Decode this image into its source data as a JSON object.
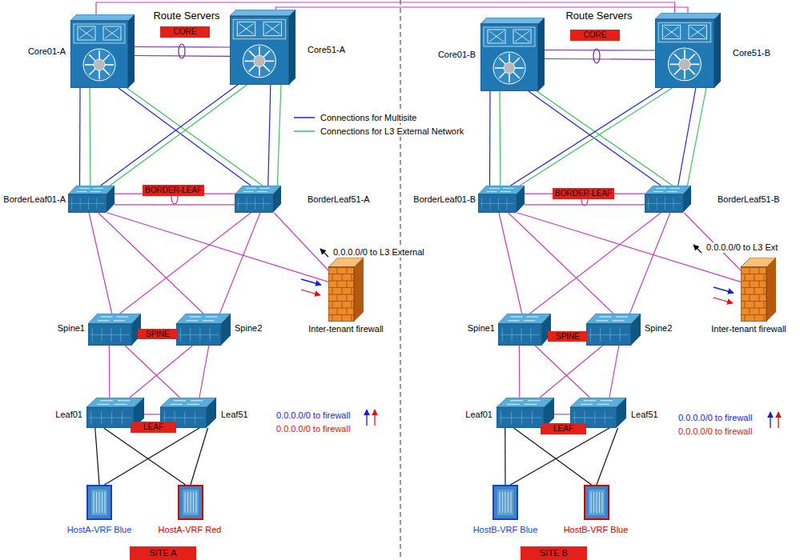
{
  "diagram": {
    "nodes": [
      {
        "text": [
          "Core01-A"
        ]
      },
      {
        "text": [
          "Core51-A"
        ]
      },
      {
        "text": [
          "BorderLeaf01-A"
        ]
      },
      {
        "text": [
          "BorderLeaf51-A"
        ]
      },
      {
        "text": [
          "Inter-tenant firewall"
        ]
      },
      {
        "text": [
          "Spine1"
        ]
      },
      {
        "text": [
          "Spine2"
        ]
      },
      {
        "text": [
          "Leaf01"
        ]
      },
      {
        "text": [
          "Leaf51"
        ]
      },
      {
        "text": [
          "HostA-VRF Blue"
        ]
      },
      {
        "text": [
          "HostA-VRF Red"
        ]
      },
      {
        "text": [
          "Core01-B"
        ]
      },
      {
        "text": [
          "Core51-B"
        ]
      },
      {
        "text": [
          "BorderLeaf01-B"
        ]
      },
      {
        "text": [
          "BorderLeaf51-B"
        ]
      },
      {
        "text": [
          "Inter-tenant firewall"
        ]
      },
      {
        "text": [
          "Spine1"
        ]
      },
      {
        "text": [
          "Spine2"
        ]
      },
      {
        "text": [
          "Leaf01"
        ]
      },
      {
        "text": [
          "Leaf51"
        ]
      },
      {
        "text": [
          "HostB-VRF Blue"
        ]
      },
      {
        "text": [
          "HostB-VRF Blue"
        ]
      }
    ],
    "edges": [
      {
        "from": 0,
        "to": 1,
        "arrow": "none"
      },
      {
        "from": 0,
        "to": 1,
        "arrow": "none"
      },
      {
        "from": 0,
        "to": 2,
        "arrow": "none"
      },
      {
        "from": 0,
        "to": 2,
        "arrow": "none"
      },
      {
        "from": 0,
        "to": 3,
        "arrow": "none"
      },
      {
        "from": 0,
        "to": 3,
        "arrow": "none"
      },
      {
        "from": 1,
        "to": 2,
        "arrow": "none"
      },
      {
        "from": 1,
        "to": 2,
        "arrow": "none"
      },
      {
        "from": 1,
        "to": 3,
        "arrow": "none"
      },
      {
        "from": 1,
        "to": 3,
        "arrow": "none"
      },
      {
        "from": 2,
        "to": 3,
        "arrow": "none"
      },
      {
        "from": 2,
        "to": 3,
        "arrow": "none"
      },
      {
        "from": 2,
        "to": 5,
        "arrow": "none"
      },
      {
        "from": 2,
        "to": 6,
        "arrow": "none"
      },
      {
        "from": 3,
        "to": 5,
        "arrow": "none"
      },
      {
        "from": 3,
        "to": 6,
        "arrow": "none"
      },
      {
        "from": 2,
        "to": 4,
        "arrow": "none"
      },
      {
        "from": 3,
        "to": 4,
        "arrow": "none"
      },
      {
        "from": 5,
        "to": 6,
        "arrow": "none"
      },
      {
        "from": 5,
        "to": 7,
        "arrow": "none"
      },
      {
        "from": 5,
        "to": 8,
        "arrow": "none"
      },
      {
        "from": 6,
        "to": 7,
        "arrow": "none"
      },
      {
        "from": 6,
        "to": 8,
        "arrow": "none"
      },
      {
        "from": 7,
        "to": 8,
        "arrow": "none"
      },
      {
        "from": 7,
        "to": 9,
        "arrow": "none"
      },
      {
        "from": 7,
        "to": 10,
        "arrow": "none"
      },
      {
        "from": 8,
        "to": 9,
        "arrow": "none"
      },
      {
        "from": 8,
        "to": 10,
        "arrow": "none"
      },
      {
        "from": 11,
        "to": 12,
        "arrow": "none"
      },
      {
        "from": 11,
        "to": 12,
        "arrow": "none"
      },
      {
        "from": 11,
        "to": 13,
        "arrow": "none"
      },
      {
        "from": 11,
        "to": 13,
        "arrow": "none"
      },
      {
        "from": 11,
        "to": 14,
        "arrow": "none"
      },
      {
        "from": 11,
        "to": 14,
        "arrow": "none"
      },
      {
        "from": 12,
        "to": 13,
        "arrow": "none"
      },
      {
        "from": 12,
        "to": 13,
        "arrow": "none"
      },
      {
        "from": 12,
        "to": 14,
        "arrow": "none"
      },
      {
        "from": 12,
        "to": 14,
        "arrow": "none"
      },
      {
        "from": 13,
        "to": 14,
        "arrow": "none"
      },
      {
        "from": 13,
        "to": 14,
        "arrow": "none"
      },
      {
        "from": 13,
        "to": 16,
        "arrow": "none"
      },
      {
        "from": 13,
        "to": 17,
        "arrow": "none"
      },
      {
        "from": 14,
        "to": 16,
        "arrow": "none"
      },
      {
        "from": 14,
        "to": 17,
        "arrow": "none"
      },
      {
        "from": 13,
        "to": 15,
        "arrow": "none"
      },
      {
        "from": 14,
        "to": 15,
        "arrow": "none"
      },
      {
        "from": 16,
        "to": 17,
        "arrow": "none"
      },
      {
        "from": 16,
        "to": 18,
        "arrow": "none"
      },
      {
        "from": 16,
        "to": 19,
        "arrow": "none"
      },
      {
        "from": 17,
        "to": 18,
        "arrow": "none"
      },
      {
        "from": 17,
        "to": 19,
        "arrow": "none"
      },
      {
        "from": 18,
        "to": 19,
        "arrow": "none"
      },
      {
        "from": 18,
        "to": 20,
        "arrow": "none"
      },
      {
        "from": 18,
        "to": 21,
        "arrow": "none"
      },
      {
        "from": 19,
        "to": 20,
        "arrow": "none"
      },
      {
        "from": 19,
        "to": 21,
        "arrow": "none"
      },
      {
        "from": 0,
        "to": 12,
        "arrow": "none"
      },
      {
        "from": 1,
        "to": 12,
        "arrow": "none"
      }
    ],
    "labels": [
      "Route Servers",
      "CORE",
      "BORDER-LEAF",
      "0.0.0.0/0 to L3 External",
      "SPINE",
      "LEAF",
      "0.0.0.0/0 to firewall",
      "0.0.0.0/0 to firewall",
      "SITE A",
      "Route Servers",
      "CORE",
      "BORDER-LEAF",
      "0.0.0.0/0 to L3 Ext",
      "SPINE",
      "LEAF",
      "0.0.0.0/0 to firewall",
      "0.0.0.0/0 to firewall",
      "SITE B"
    ],
    "legend": [
      {
        "text": "Connections for Multisite"
      },
      {
        "text": "Connections for L3 External Network"
      }
    ]
  }
}
